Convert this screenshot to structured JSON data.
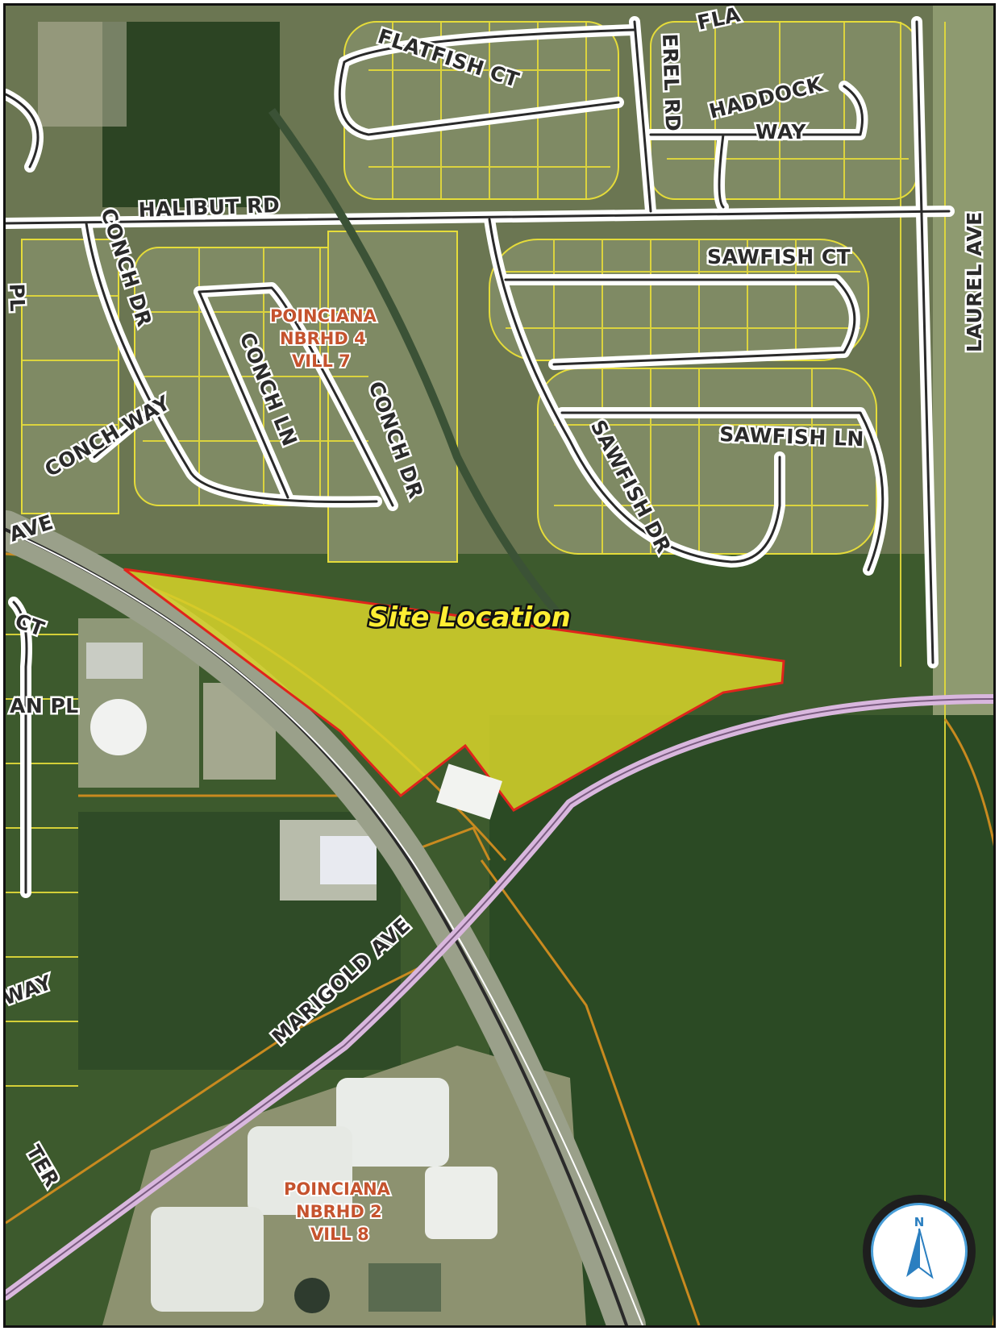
{
  "colors": {
    "parcel_line": "#e5dc3a",
    "boundary_line": "#c98a1f",
    "site_fill": "#d8d52a",
    "site_outline": "#e0241b",
    "major_road": "#d9b7de",
    "vegetation": "#2f4a26"
  },
  "labels": {
    "site": "Site Location",
    "roads": {
      "flatfish_ct": "FLATFISH CT",
      "flat_top": "FLA",
      "erel_rd": "EREL RD",
      "haddock_way_1": "HADDOCK",
      "haddock_way_2": "WAY",
      "halibut_rd": "HALIBUT RD",
      "sawfish_ct": "SAWFISH CT",
      "laurel_ave": "LAUREL AVE",
      "conch_dr_1": "CONCH DR",
      "conch_ln": "CONCH LN",
      "conch_dr_2": "CONCH DR",
      "conch_way": "CONCH WAY",
      "sawfish_ln": "SAWFISH LN",
      "sawfish_dr": "SAWFISH DR",
      "pl_left": "PL",
      "ave_left": "AVE",
      "ct_left": "CT",
      "an_pl": "AN PL",
      "way_left": "WAY",
      "ter_left": "TER",
      "marigold_ave": "MARIGOLD AVE"
    },
    "neighborhoods": {
      "nbhd4_line1": "POINCIANA",
      "nbhd4_line2": "NBRHD 4",
      "nbhd4_line3": "VILL 7",
      "nbhd2_line1": "POINCIANA",
      "nbhd2_line2": "NBRHD 2",
      "nbhd2_line3": "VILL 8"
    },
    "compass_north": "N"
  },
  "icons": {
    "compass": "north-arrow-icon"
  }
}
